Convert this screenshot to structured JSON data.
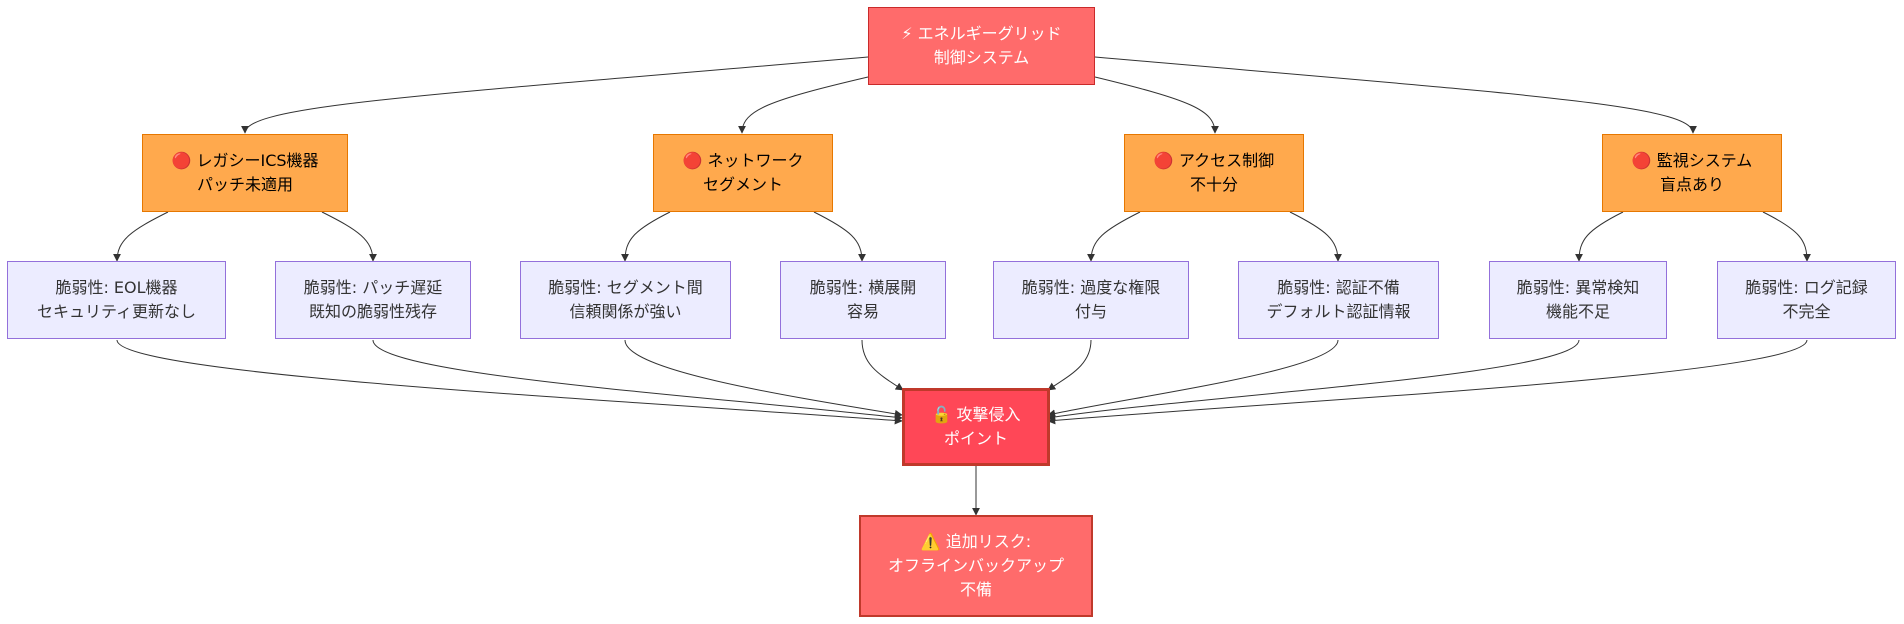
{
  "diagram": {
    "root": {
      "line1": "⚡ エネルギーグリッド",
      "line2": "制御システム"
    },
    "categories": [
      {
        "line1": "🔴 レガシーICS機器",
        "line2": "パッチ未適用"
      },
      {
        "line1": "🔴 ネットワーク",
        "line2": "セグメント"
      },
      {
        "line1": "🔴 アクセス制御",
        "line2": "不十分"
      },
      {
        "line1": "🔴 監視システム",
        "line2": "盲点あり"
      }
    ],
    "vulnerabilities": [
      {
        "line1": "脆弱性: EOL機器",
        "line2": "セキュリティ更新なし"
      },
      {
        "line1": "脆弱性: パッチ遅延",
        "line2": "既知の脆弱性残存"
      },
      {
        "line1": "脆弱性: セグメント間",
        "line2": "信頼関係が強い"
      },
      {
        "line1": "脆弱性: 横展開",
        "line2": "容易"
      },
      {
        "line1": "脆弱性: 過度な権限",
        "line2": "付与"
      },
      {
        "line1": "脆弱性: 認証不備",
        "line2": "デフォルト認証情報"
      },
      {
        "line1": "脆弱性: 異常検知",
        "line2": "機能不足"
      },
      {
        "line1": "脆弱性: ログ記録",
        "line2": "不完全"
      }
    ],
    "attack": {
      "line1": "🔓 攻撃侵入",
      "line2": "ポイント"
    },
    "risk": {
      "line1": "⚠️ 追加リスク:",
      "line2": "オフラインバックアップ",
      "line3": "不備"
    },
    "colors": {
      "root": "#ff6b6b",
      "category": "#ffa94d",
      "vulnerability": "#ececff",
      "attack": "#ff4757",
      "risk": "#ff6b6b",
      "edge": "#333333"
    }
  }
}
